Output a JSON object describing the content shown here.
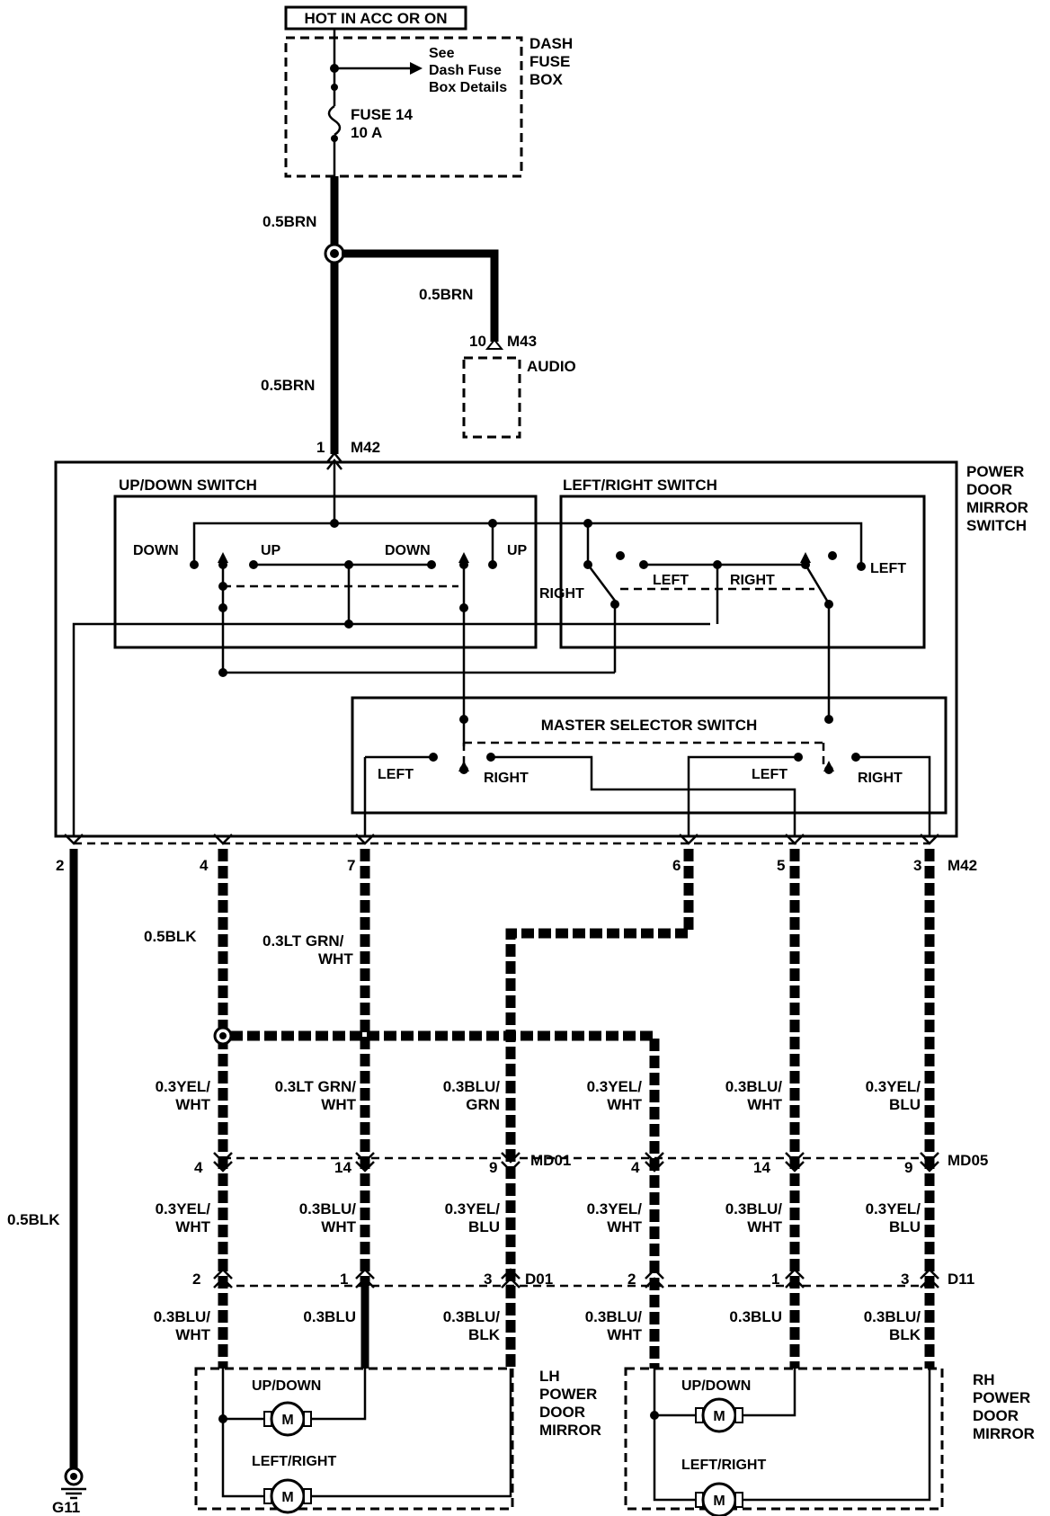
{
  "power_source": {
    "label": "HOT IN ACC OR ON"
  },
  "dash_fuse_box": {
    "title_lines": [
      "DASH",
      "FUSE",
      "BOX"
    ],
    "note_lines": [
      "See",
      "Dash Fuse",
      "Box Details"
    ],
    "fuse_lines": [
      "FUSE 14",
      "10 A"
    ]
  },
  "wires": {
    "brn_top": "0.5BRN",
    "brn_audio": "0.5BRN",
    "brn_switch": "0.5BRN",
    "ground": "0.5BLK",
    "pin7_upper": [
      "0.3LT GRN/",
      "WHT"
    ],
    "mid_row": [
      [
        "0.3YEL/",
        "WHT"
      ],
      [
        "0.3LT GRN/",
        "WHT"
      ],
      [
        "0.3BLU/",
        "GRN"
      ],
      [
        "0.3YEL/",
        "WHT"
      ],
      [
        "0.3BLU/",
        "WHT"
      ],
      [
        "0.3YEL/",
        "BLU"
      ]
    ],
    "lower_row": [
      [
        "0.3YEL/",
        "WHT"
      ],
      [
        "0.3BLU/",
        "WHT"
      ],
      [
        "0.3YEL/",
        "BLU"
      ],
      [
        "0.3YEL/",
        "WHT"
      ],
      [
        "0.3BLU/",
        "WHT"
      ],
      [
        "0.3YEL/",
        "BLU"
      ]
    ],
    "bottom_row": [
      [
        "0.3BLU/",
        "WHT"
      ],
      [
        "0.3BLU"
      ],
      [
        "0.3BLU/",
        "BLK"
      ],
      [
        "0.3BLU/",
        "WHT"
      ],
      [
        "0.3BLU"
      ],
      [
        "0.3BLU/",
        "BLK"
      ]
    ]
  },
  "audio": {
    "pin": "10",
    "connector": "M43",
    "label": "AUDIO"
  },
  "switch_assembly": {
    "top_pin": "1",
    "connector": "M42",
    "title_lines": [
      "POWER",
      "DOOR",
      "MIRROR",
      "SWITCH"
    ],
    "updown": {
      "title": "UP/DOWN SWITCH",
      "down_a": "DOWN",
      "up_a": "UP",
      "down_b": "DOWN",
      "up_b": "UP"
    },
    "leftright": {
      "title": "LEFT/RIGHT SWITCH",
      "right": "RIGHT",
      "left_a": "LEFT",
      "right_b": "RIGHT",
      "left_b": "LEFT"
    },
    "master": {
      "title": "MASTER SELECTOR SWITCH",
      "left_a": "LEFT",
      "right_a": "RIGHT",
      "left_b": "LEFT",
      "right_b": "RIGHT"
    },
    "bottom_pins": [
      "2",
      "4",
      "7",
      "6",
      "5",
      "3"
    ],
    "bottom_connector": "M42"
  },
  "connectors": {
    "md01": {
      "name": "MD01",
      "pins": [
        "4",
        "14",
        "9"
      ]
    },
    "md05": {
      "name": "MD05",
      "pins": [
        "4",
        "14",
        "9"
      ]
    },
    "d01": {
      "name": "D01",
      "pins": [
        "2",
        "1",
        "3"
      ]
    },
    "d11": {
      "name": "D11",
      "pins": [
        "2",
        "1",
        "3"
      ]
    }
  },
  "lh_mirror": {
    "title_lines": [
      "LH",
      "POWER",
      "DOOR",
      "MIRROR"
    ],
    "updown": "UP/DOWN",
    "leftright": "LEFT/RIGHT",
    "motor": "M"
  },
  "rh_mirror": {
    "title_lines": [
      "RH",
      "POWER",
      "DOOR",
      "MIRROR"
    ],
    "updown": "UP/DOWN",
    "leftright": "LEFT/RIGHT",
    "motor": "M"
  },
  "ground": {
    "label": "G11"
  }
}
